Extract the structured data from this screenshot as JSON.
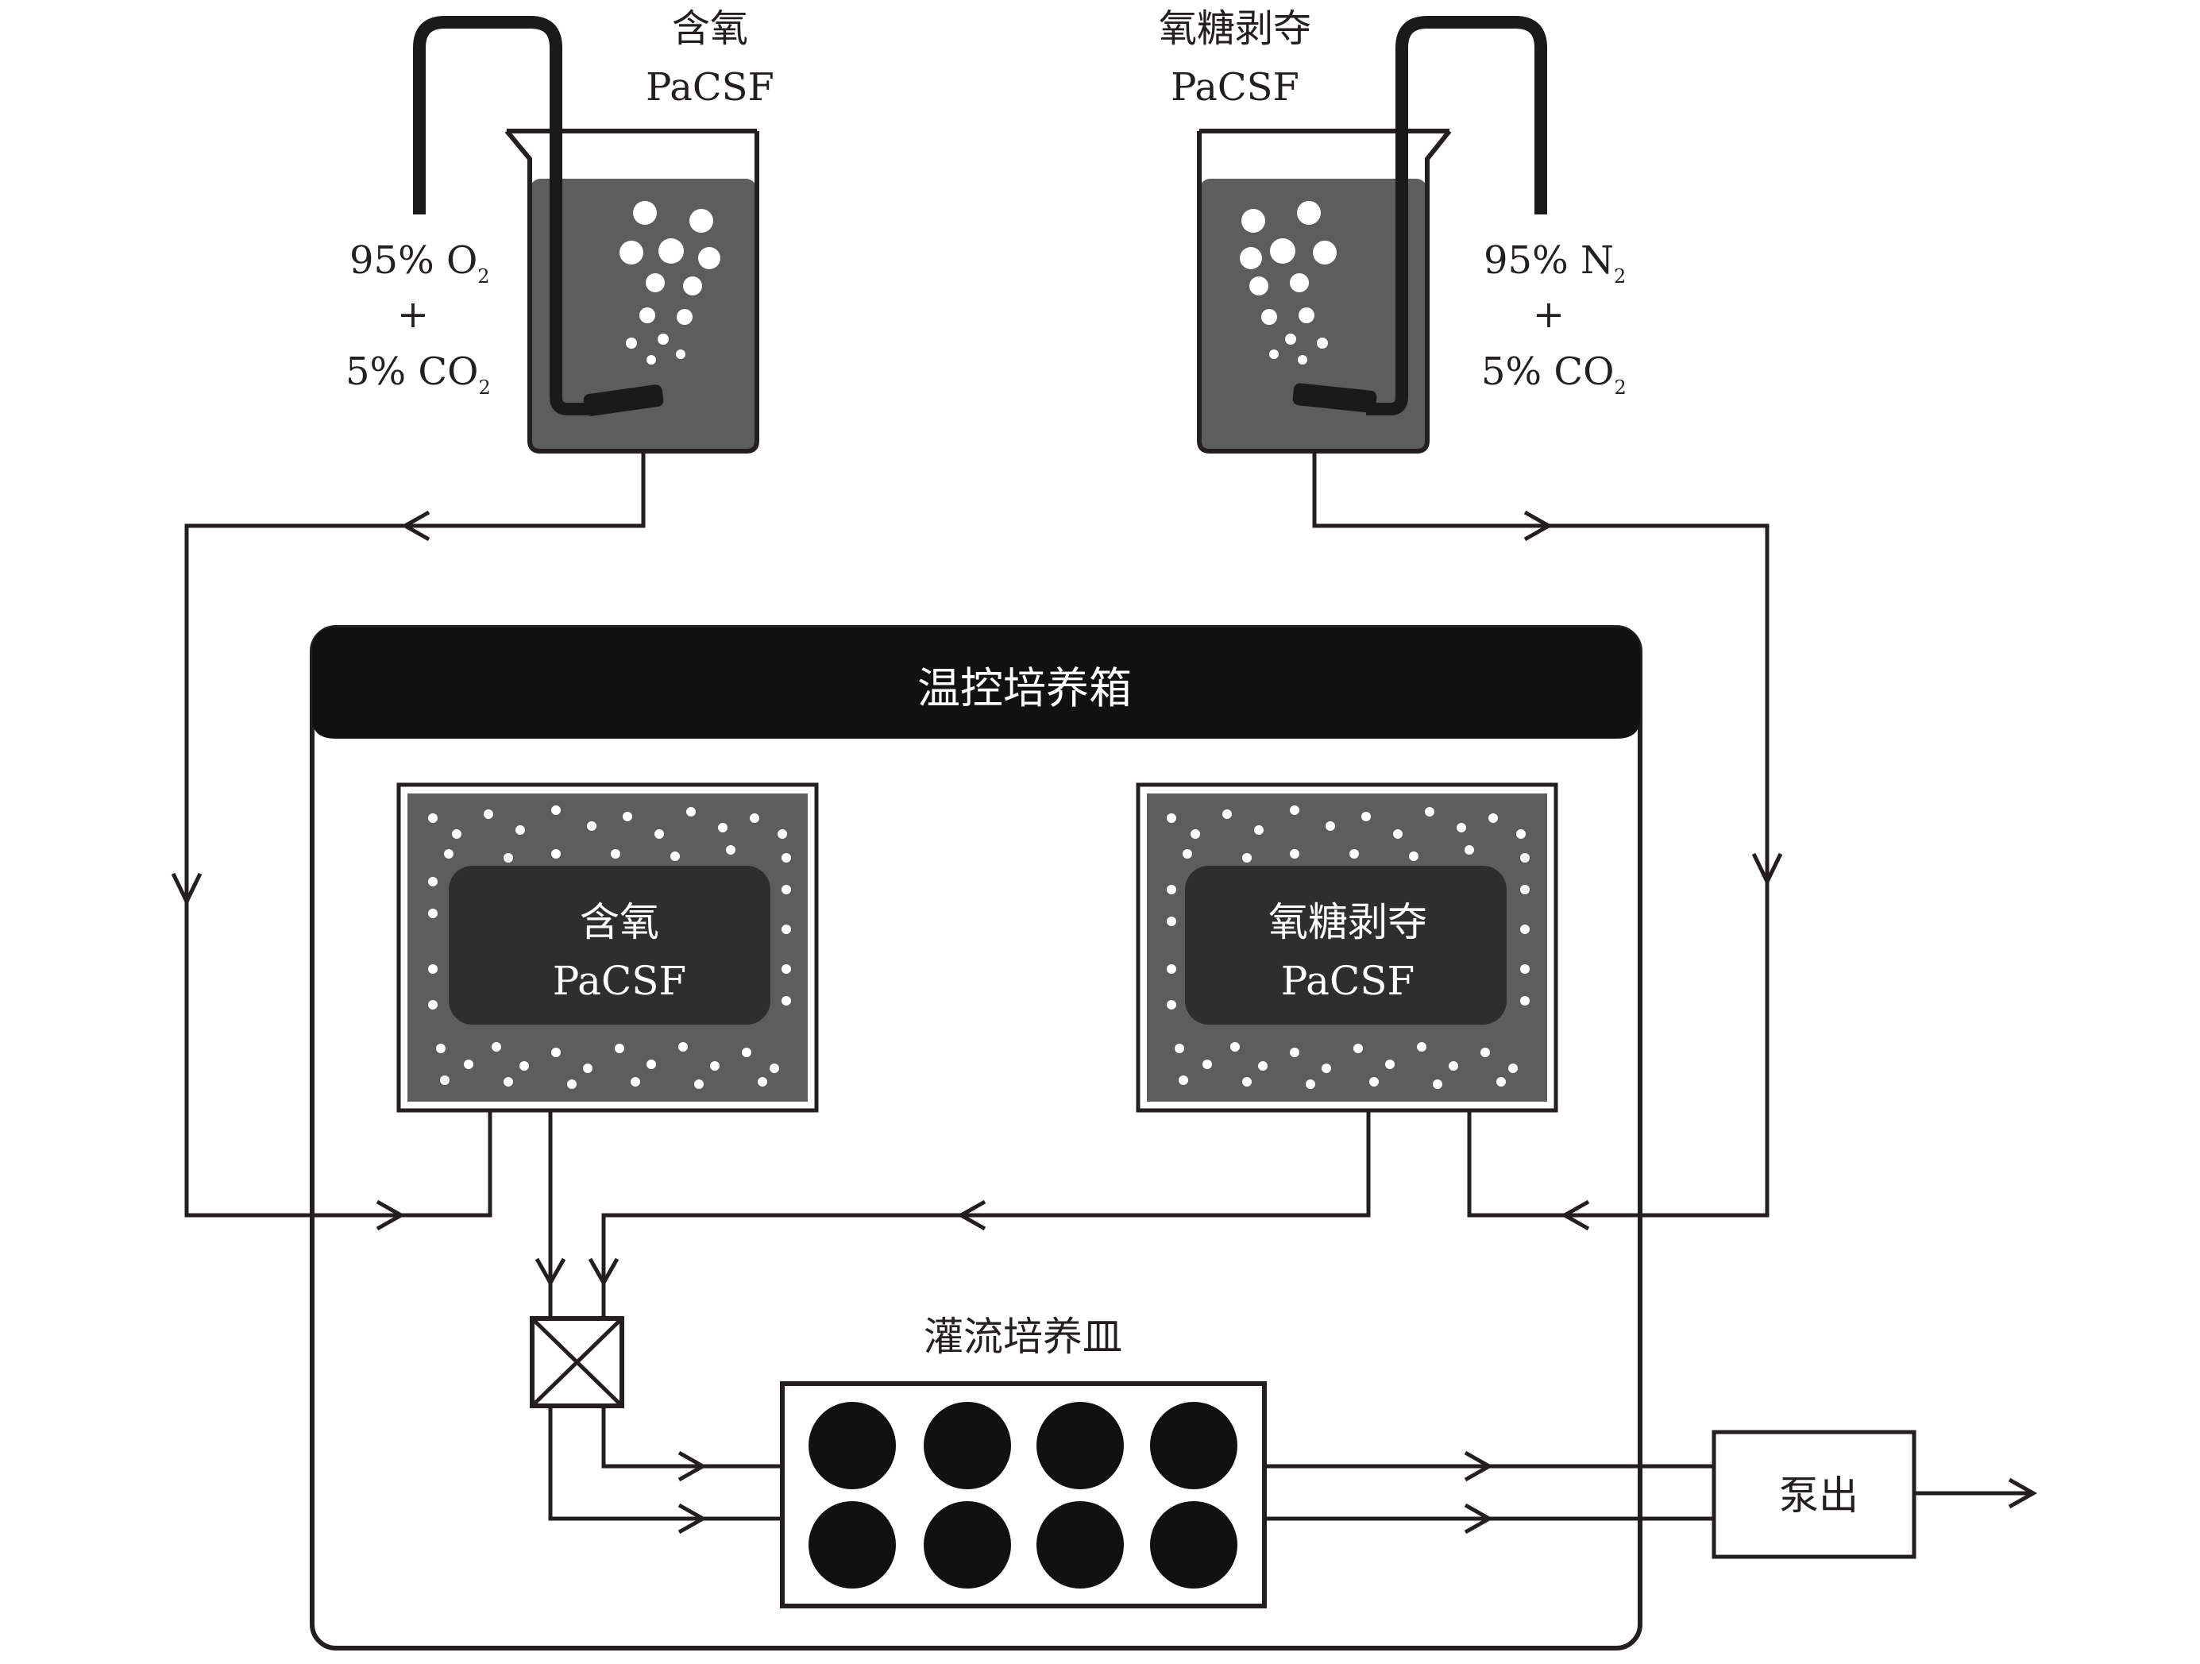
{
  "beakers": {
    "oxygen": {
      "title": "含氧",
      "subtitle": "PaCSF",
      "gas_line1": "95% O",
      "gas_line1_sub": "2",
      "gas_plus": "+",
      "gas_line3": "5% CO",
      "gas_line3_sub": "2"
    },
    "deprived": {
      "title": "氧糖剥夺",
      "subtitle": "PaCSF",
      "gas_line1": "95% N",
      "gas_line1_sub": "2",
      "gas_plus": "+",
      "gas_line3": "5% CO",
      "gas_line3_sub": "2"
    }
  },
  "incubator": {
    "title": "温控培养箱"
  },
  "reservoirs": {
    "oxygen": {
      "title": "含氧",
      "subtitle": "PaCSF"
    },
    "deprived": {
      "title": "氧糖剥夺",
      "subtitle": "PaCSF"
    }
  },
  "perfusion_dish": {
    "title": "灌流培养皿"
  },
  "pump": {
    "label": "泵出"
  },
  "colors": {
    "line": "#231f20",
    "liquid": "#5d5d5d",
    "dark_panel": "#2e2e2e",
    "bubble": "#ffffff",
    "well": "#111111"
  }
}
